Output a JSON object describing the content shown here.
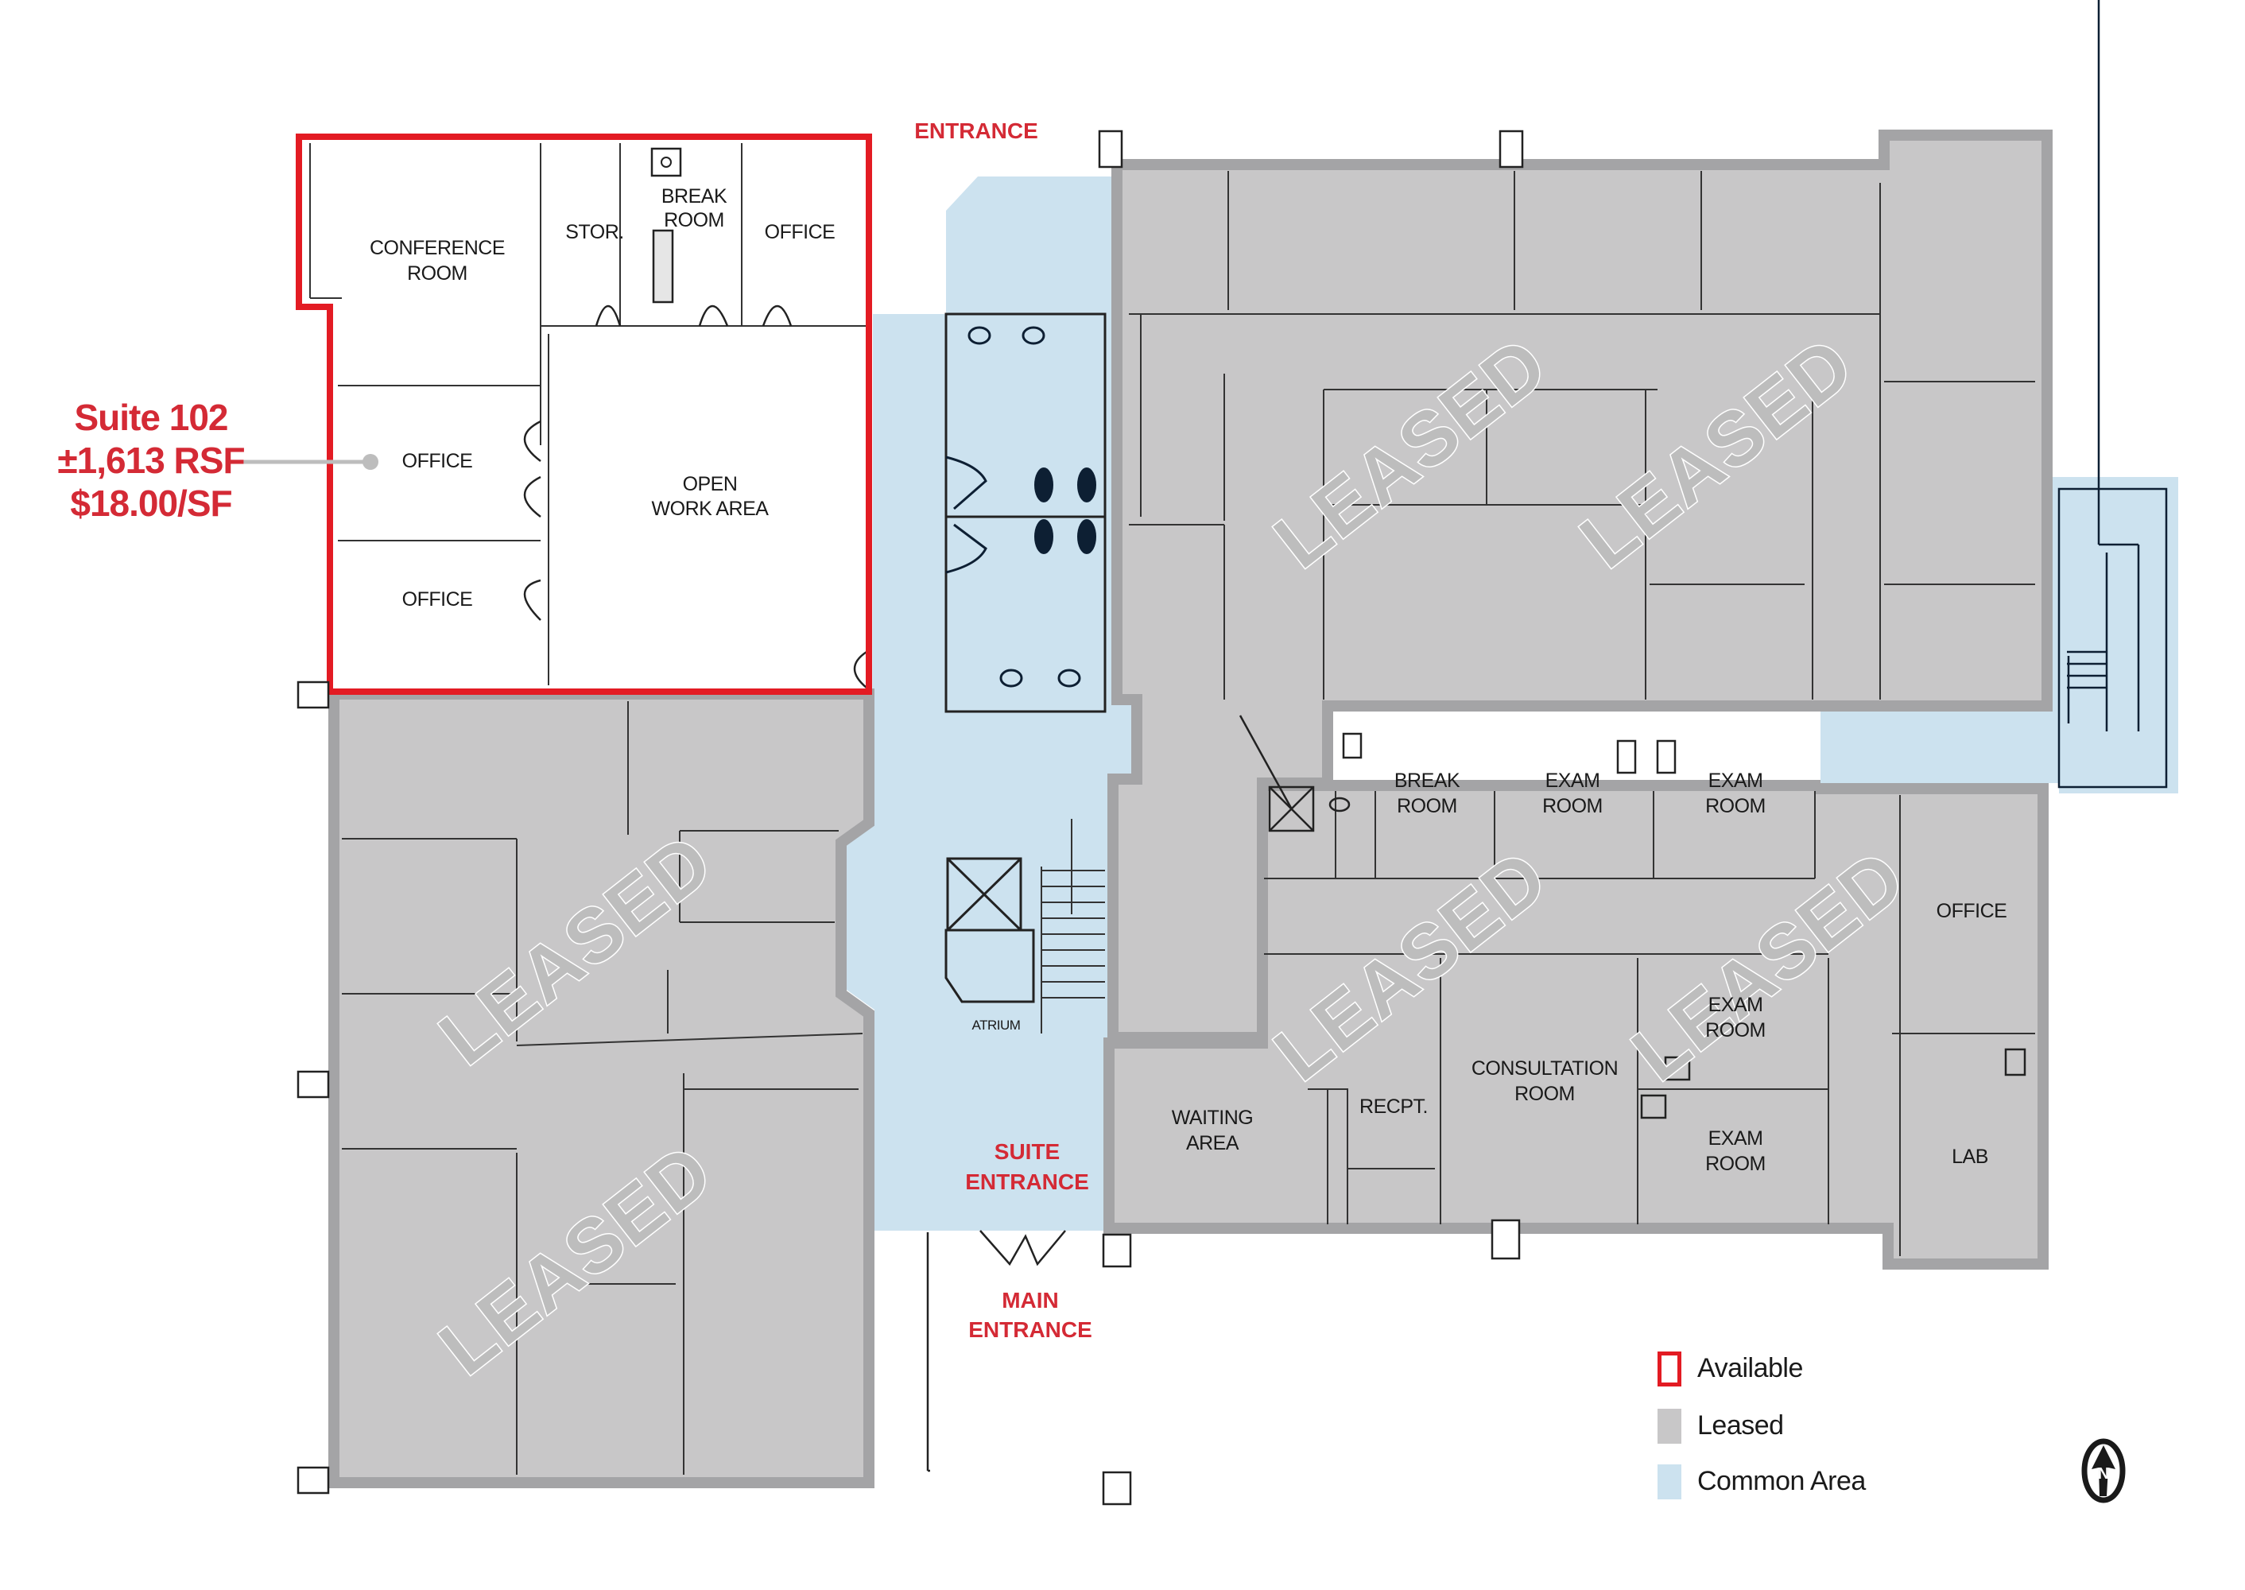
{
  "colors": {
    "available_outline": "#e31b23",
    "leased_fill": "#c8c7c8",
    "leased_wall": "#a4a4a6",
    "common_fill": "#cce2ef",
    "label_red": "#d42a35",
    "leader_line": "#bdbdbd"
  },
  "callout": {
    "suite": "Suite 102",
    "area": "±1,613 RSF",
    "rate": "$18.00/SF"
  },
  "entrances": {
    "top": "ENTRANCE",
    "suite_line1": "SUITE",
    "suite_line2": "ENTRANCE",
    "main_line1": "MAIN",
    "main_line2": "ENTRANCE"
  },
  "suite_102_rooms": {
    "conference_1": "CONFERENCE",
    "conference_2": "ROOM",
    "storage": "STOR.",
    "break_1": "BREAK",
    "break_2": "ROOM",
    "office_top": "OFFICE",
    "office_mid": "OFFICE",
    "office_bottom": "OFFICE",
    "open_1": "OPEN",
    "open_2": "WORK AREA"
  },
  "core_rooms": {
    "atrium": "ATRIUM"
  },
  "medical_suite_rooms": {
    "break_1": "BREAK",
    "break_2": "ROOM",
    "exam_a_1": "EXAM",
    "exam_a_2": "ROOM",
    "exam_b_1": "EXAM",
    "exam_b_2": "ROOM",
    "office": "OFFICE",
    "exam_c_1": "EXAM",
    "exam_c_2": "ROOM",
    "exam_d_1": "EXAM",
    "exam_d_2": "ROOM",
    "consult_1": "CONSULTATION",
    "consult_2": "ROOM",
    "waiting_1": "WAITING",
    "waiting_2": "AREA",
    "reception": "RECPT.",
    "lab": "LAB"
  },
  "leased_watermark": "LEASED",
  "legend": {
    "items": [
      {
        "label": "Available",
        "swatch": "outline-red"
      },
      {
        "label": "Leased",
        "swatch": "gray"
      },
      {
        "label": "Common Area",
        "swatch": "light-blue"
      }
    ]
  },
  "north_arrow": {
    "icon": "north-arrow-icon",
    "letter": "N"
  }
}
